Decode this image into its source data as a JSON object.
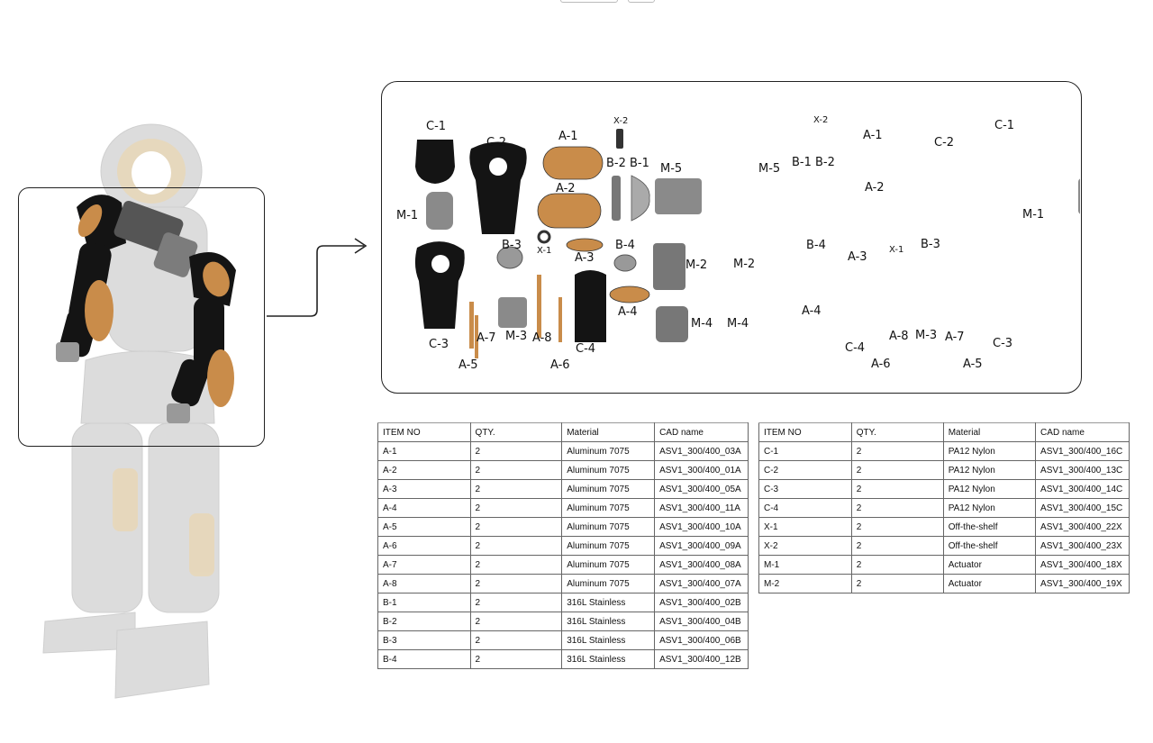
{
  "colors": {
    "bronze": "#c98c4a",
    "black_part": "#121212",
    "grey_part": "#8a8a8a",
    "ghost": "#d9d9d9",
    "frame": "#222222"
  },
  "labels": {
    "left": [
      "C-1",
      "C-2",
      "A-1",
      "X-2",
      "B-2",
      "B-1",
      "M-5",
      "M-1",
      "A-2",
      "B-3",
      "X-1",
      "A-3",
      "B-4",
      "M-2",
      "A-4",
      "C-3",
      "A-7",
      "M-3",
      "A-8",
      "C-4",
      "M-4",
      "A-5",
      "A-6"
    ],
    "right": [
      "X-2",
      "A-1",
      "C-2",
      "C-1",
      "M-5",
      "B-1",
      "B-2",
      "A-2",
      "M-1",
      "B-4",
      "A-3",
      "X-1",
      "B-3",
      "M-2",
      "A-4",
      "M-4",
      "C-4",
      "A-8",
      "M-3",
      "A-7",
      "C-3",
      "A-6",
      "A-5"
    ]
  },
  "bom_left": {
    "headers": [
      "ITEM NO",
      "QTY.",
      "Material",
      "CAD name"
    ],
    "rows": [
      [
        "A-1",
        "2",
        "Aluminum 7075",
        "ASV1_300/400_03A"
      ],
      [
        "A-2",
        "2",
        "Aluminum 7075",
        "ASV1_300/400_01A"
      ],
      [
        "A-3",
        "2",
        "Aluminum 7075",
        "ASV1_300/400_05A"
      ],
      [
        "A-4",
        "2",
        "Aluminum 7075",
        "ASV1_300/400_11A"
      ],
      [
        "A-5",
        "2",
        "Aluminum 7075",
        "ASV1_300/400_10A"
      ],
      [
        "A-6",
        "2",
        "Aluminum 7075",
        "ASV1_300/400_09A"
      ],
      [
        "A-7",
        "2",
        "Aluminum 7075",
        "ASV1_300/400_08A"
      ],
      [
        "A-8",
        "2",
        "Aluminum 7075",
        "ASV1_300/400_07A"
      ],
      [
        "B-1",
        "2",
        "316L Stainless",
        "ASV1_300/400_02B"
      ],
      [
        "B-2",
        "2",
        "316L Stainless",
        "ASV1_300/400_04B"
      ],
      [
        "B-3",
        "2",
        "316L Stainless",
        "ASV1_300/400_06B"
      ],
      [
        "B-4",
        "2",
        "316L Stainless",
        "ASV1_300/400_12B"
      ]
    ]
  },
  "bom_right": {
    "headers": [
      "ITEM NO",
      "QTY.",
      "Material",
      "CAD name"
    ],
    "rows": [
      [
        "C-1",
        "2",
        "PA12 Nylon",
        "ASV1_300/400_16C"
      ],
      [
        "C-2",
        "2",
        "PA12 Nylon",
        "ASV1_300/400_13C"
      ],
      [
        "C-3",
        "2",
        "PA12 Nylon",
        "ASV1_300/400_14C"
      ],
      [
        "C-4",
        "2",
        "PA12 Nylon",
        "ASV1_300/400_15C"
      ],
      [
        "X-1",
        "2",
        "Off-the-shelf",
        "ASV1_300/400_22X"
      ],
      [
        "X-2",
        "2",
        "Off-the-shelf",
        "ASV1_300/400_23X"
      ],
      [
        "M-1",
        "2",
        "Actuator",
        "ASV1_300/400_18X"
      ],
      [
        "M-2",
        "2",
        "Actuator",
        "ASV1_300/400_19X"
      ]
    ]
  }
}
